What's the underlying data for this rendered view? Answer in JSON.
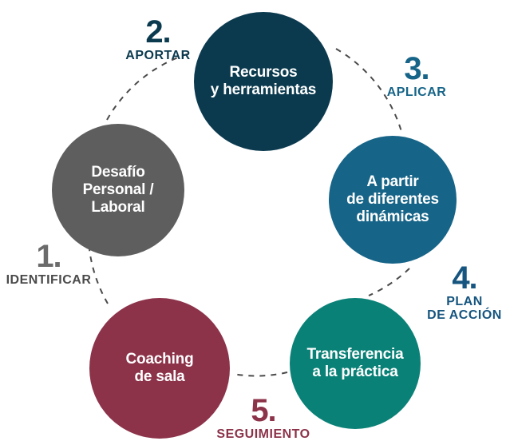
{
  "diagram": {
    "type": "cycle-diagram",
    "background_color": "#ffffff",
    "connector_style": "dashed-arc",
    "connector_color": "#4a4a4a"
  },
  "nodes": [
    {
      "id": "node-1",
      "label": "Desafío\nPersonal /\nLaboral",
      "color": "#5e5e5e",
      "text_color": "#ffffff"
    },
    {
      "id": "node-2",
      "label": "Recursos\ny herramientas",
      "color": "#0b3a4f",
      "text_color": "#ffffff"
    },
    {
      "id": "node-3",
      "label": "A partir\nde diferentes\ndinámicas",
      "color": "#166488",
      "text_color": "#ffffff"
    },
    {
      "id": "node-4",
      "label": "Transferencia\na la práctica",
      "color": "#0a8177",
      "text_color": "#ffffff"
    },
    {
      "id": "node-5",
      "label": "Coaching\nde sala",
      "color": "#8c3249",
      "text_color": "#ffffff"
    }
  ],
  "steps": [
    {
      "id": "tag-1",
      "number": "1.",
      "caption": "IDENTIFICAR",
      "number_color": "#6b6b6b",
      "caption_color": "#4a4a4a"
    },
    {
      "id": "tag-2",
      "number": "2.",
      "caption": "APORTAR",
      "number_color": "#0b3a4f",
      "caption_color": "#0b3a4f"
    },
    {
      "id": "tag-3",
      "number": "3.",
      "caption": "APLICAR",
      "number_color": "#166488",
      "caption_color": "#166488"
    },
    {
      "id": "tag-4",
      "number": "4.",
      "caption": "PLAN\nDE ACCIÓN",
      "number_color": "#16557f",
      "caption_color": "#16557f"
    },
    {
      "id": "tag-5",
      "number": "5.",
      "caption": "SEGUIMIENTO",
      "number_color": "#8c3249",
      "caption_color": "#8c3249"
    }
  ]
}
